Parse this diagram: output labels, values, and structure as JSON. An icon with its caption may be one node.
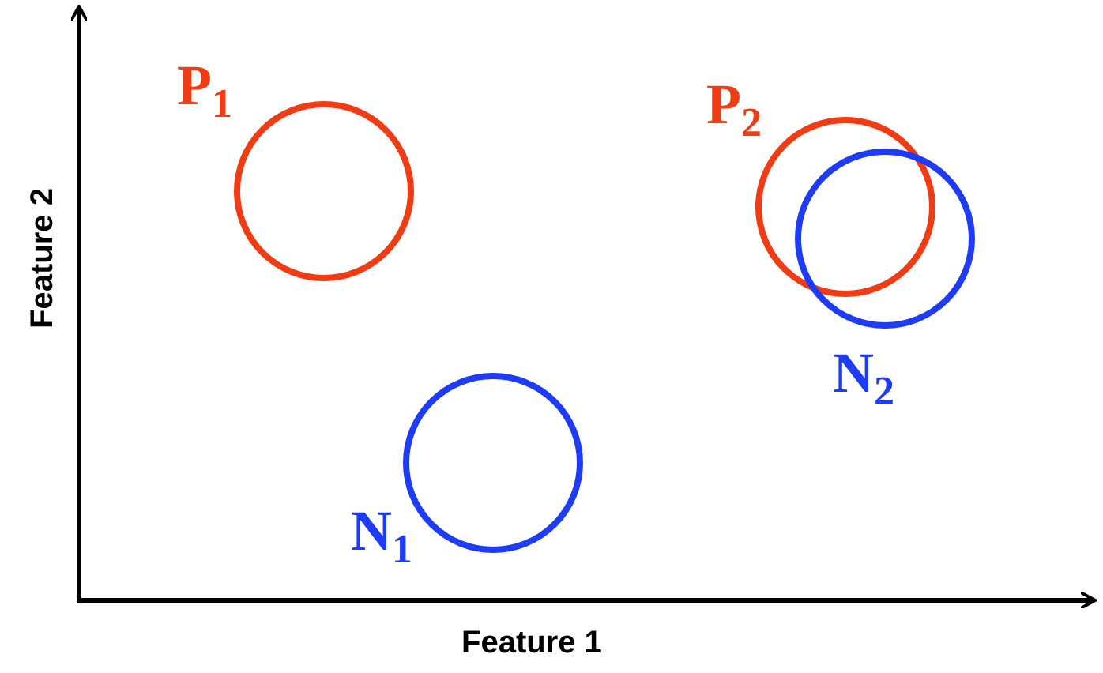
{
  "diagram": {
    "nodes": [
      {
        "text": [],
        "shape": "circle",
        "beside": [
          "P$_{1}$"
        ]
      },
      {
        "text": [],
        "shape": "circle",
        "beside": [
          "P$_{2}$"
        ]
      },
      {
        "text": [],
        "shape": "circle",
        "beside": [
          "N$_{2}$"
        ]
      },
      {
        "text": [],
        "shape": "circle",
        "beside": [
          "N$_{1}$"
        ]
      }
    ],
    "labels": [
      "Feature 2",
      "Feature 1"
    ]
  }
}
